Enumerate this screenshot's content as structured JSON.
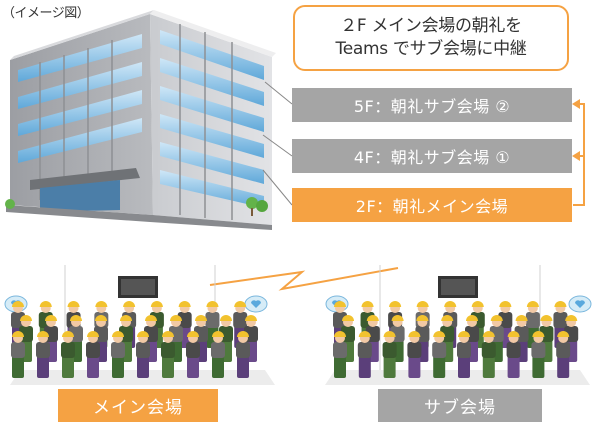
{
  "caption": "（イメージ図）",
  "callout": {
    "line1": "２F メイン会場の朝礼を",
    "line2": "Teams でサブ会場に中継"
  },
  "floors": [
    {
      "label": "5F：朝礼サブ会場 ②",
      "color": "#a5a5a5"
    },
    {
      "label": "4F：朝礼サブ会場 ①",
      "color": "#a5a5a5"
    },
    {
      "label": "2F：朝礼メイン会場",
      "color": "#f5a243"
    }
  ],
  "venues": {
    "main": "メイン会場",
    "sub": "サブ会場"
  },
  "colors": {
    "accent": "#f5a243",
    "gray": "#a5a5a5"
  }
}
